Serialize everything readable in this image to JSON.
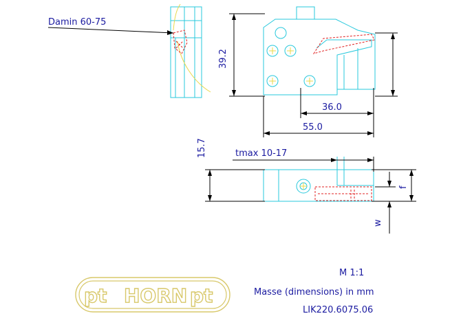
{
  "labels": {
    "damin": "Damin 60-75",
    "height": "39.2",
    "width_inner": "36.0",
    "width_outer": "55.0",
    "tmax": "tmax 10-17",
    "height_side": "15.7",
    "f": "f",
    "w": "w",
    "scale": "M 1:1",
    "units": "Masse (dimensions) in mm",
    "part_number": "LIK220.6075.06"
  },
  "logo": {
    "text": "HORN",
    "mark_left": "pt",
    "mark_right": "pt"
  },
  "colors": {
    "outline": "#27c8dc",
    "dimension": "#000000",
    "insert": "#e02020",
    "contour": "#e8d84a",
    "text": "#1a1aa0",
    "logo": "#d8c86a"
  }
}
